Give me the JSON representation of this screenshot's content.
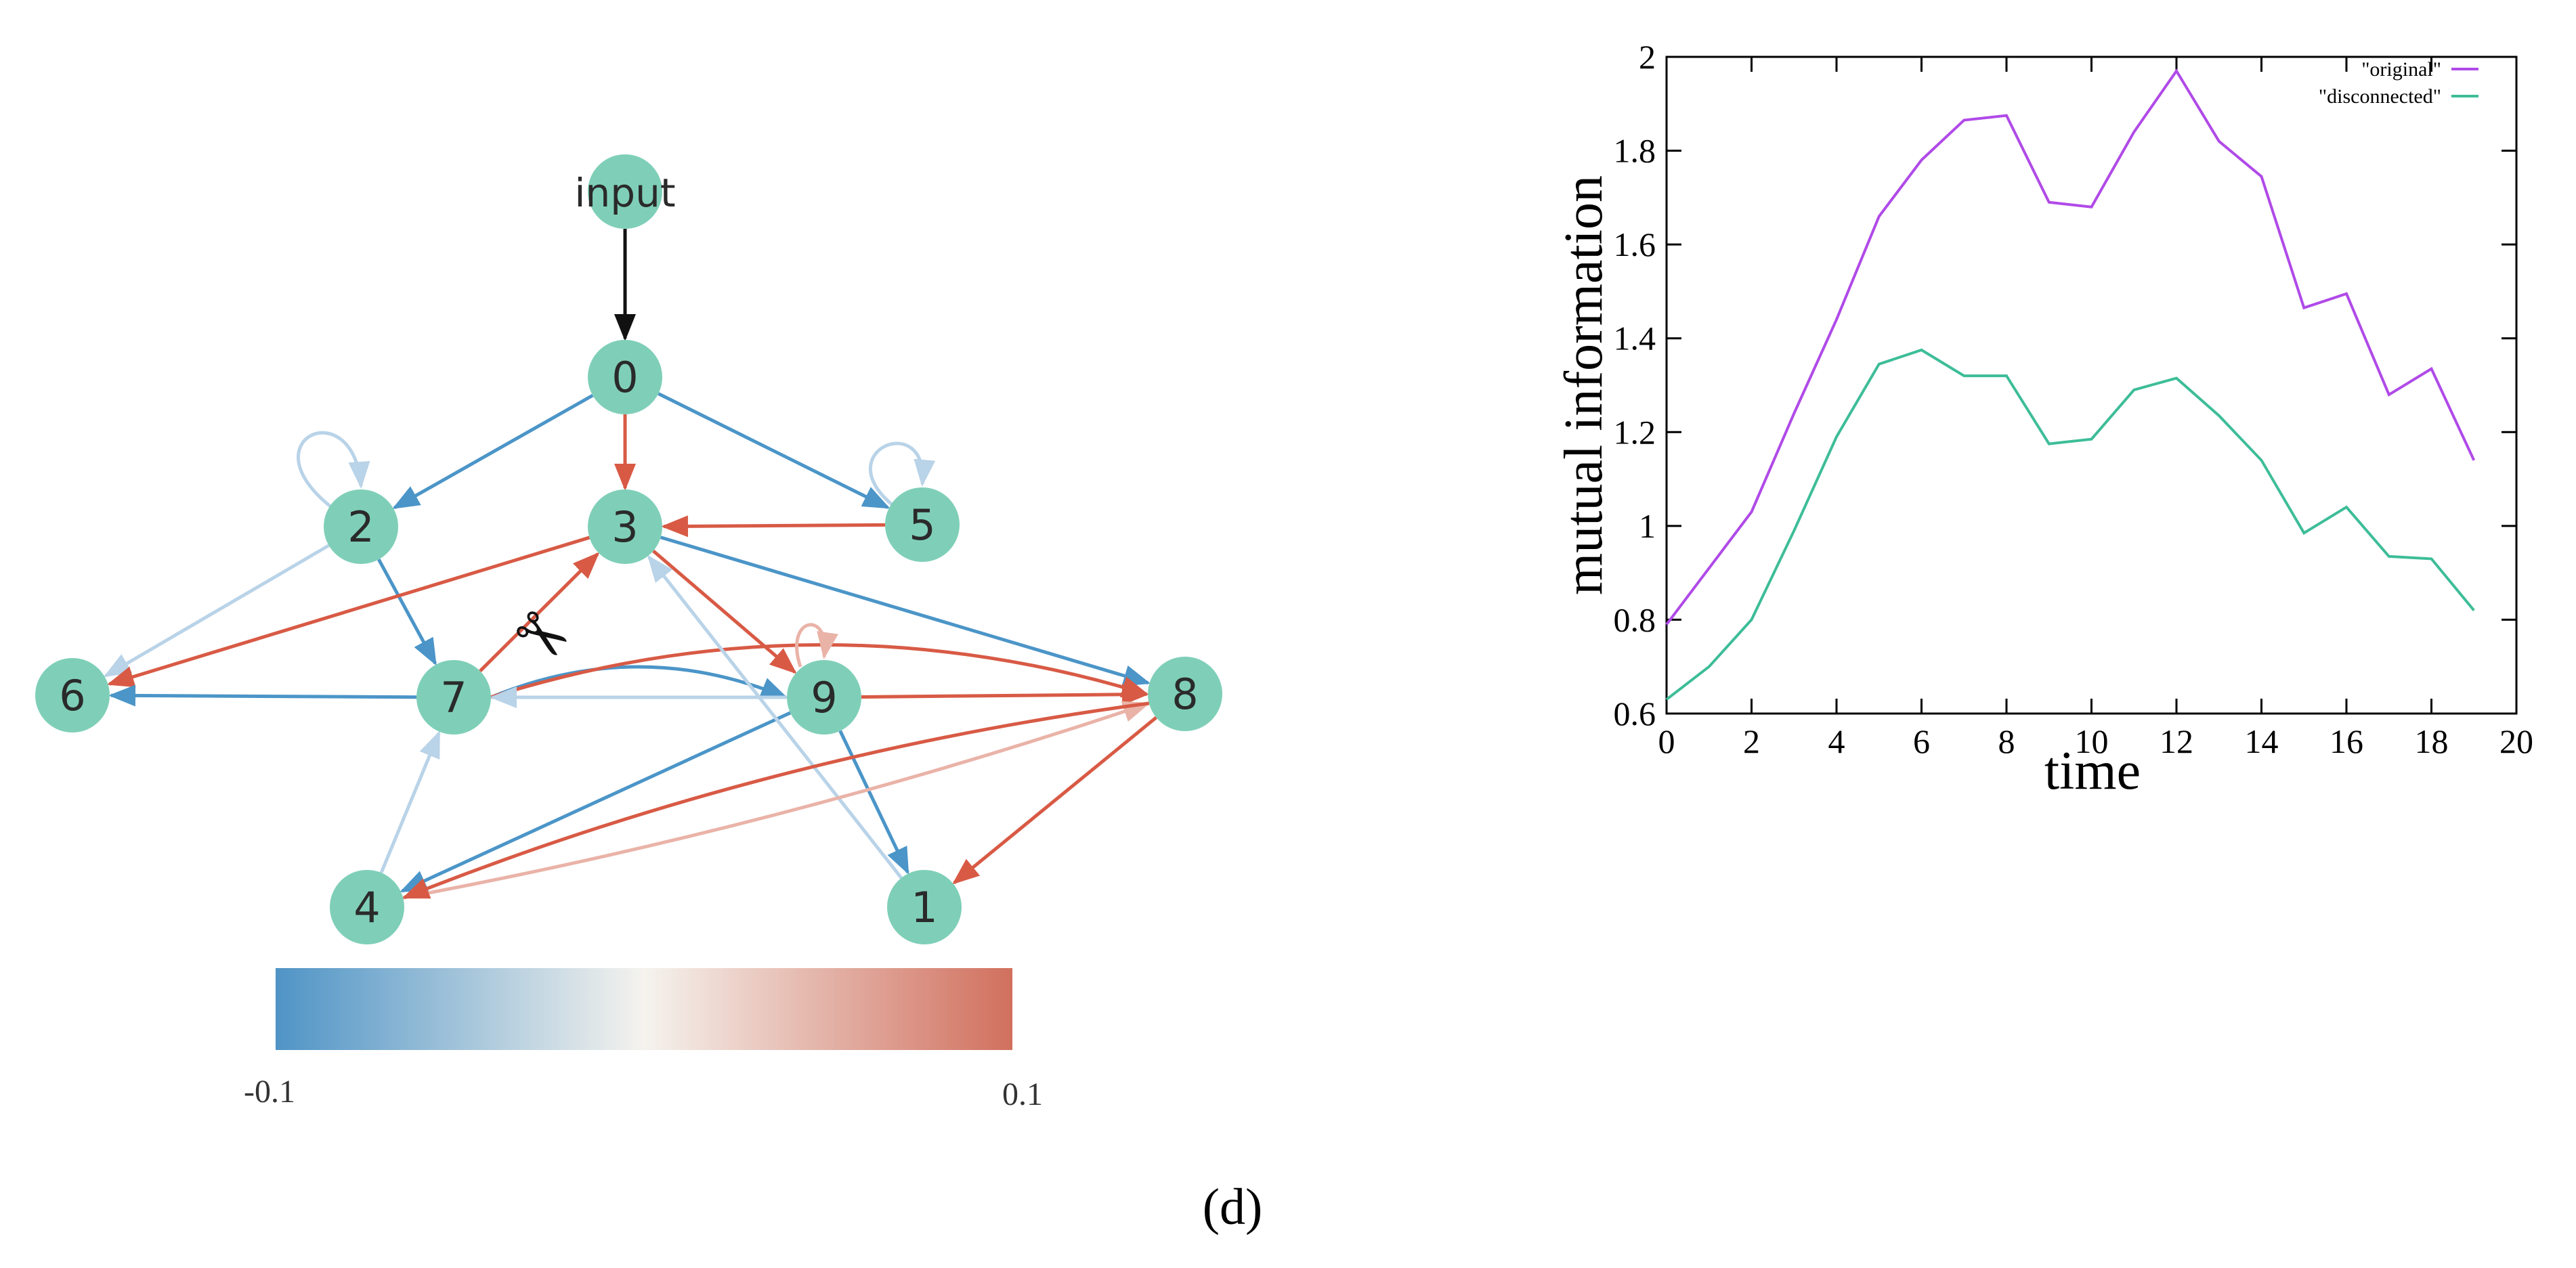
{
  "network": {
    "nodes": [
      "input",
      "0",
      "1",
      "2",
      "3",
      "4",
      "5",
      "6",
      "7",
      "8",
      "9"
    ],
    "colorbar": {
      "min_label": "-0.1",
      "max_label": "0.1",
      "colors": [
        "#4f94c6",
        "#f5f3ee",
        "#d1705e"
      ]
    },
    "colors": {
      "node": "#7fcfb8",
      "positive": "#d85a45",
      "negative": "#4b95c8",
      "weak_positive": "#eab3a8",
      "weak_negative": "#b9d3e8",
      "input_edge": "#111111"
    },
    "edges": [
      {
        "from": "input",
        "to": "0",
        "weight": "input"
      },
      {
        "from": "0",
        "to": "2",
        "weight": -0.09
      },
      {
        "from": "0",
        "to": "3",
        "weight": 0.09
      },
      {
        "from": "0",
        "to": "5",
        "weight": -0.07
      },
      {
        "from": "2",
        "to": "2",
        "weight": -0.04
      },
      {
        "from": "5",
        "to": "5",
        "weight": -0.04
      },
      {
        "from": "5",
        "to": "3",
        "weight": 0.09
      },
      {
        "from": "2",
        "to": "6",
        "weight": -0.04
      },
      {
        "from": "2",
        "to": "7",
        "weight": -0.08
      },
      {
        "from": "3",
        "to": "6",
        "weight": 0.09
      },
      {
        "from": "3",
        "to": "9",
        "weight": 0.09
      },
      {
        "from": "3",
        "to": "8",
        "weight": -0.08
      },
      {
        "from": "7",
        "to": "3",
        "weight": 0.09
      },
      {
        "from": "7",
        "to": "6",
        "weight": -0.08
      },
      {
        "from": "7",
        "to": "9",
        "weight": -0.08
      },
      {
        "from": "7",
        "to": "8",
        "weight": 0.09
      },
      {
        "from": "9",
        "to": "7",
        "weight": -0.03
      },
      {
        "from": "9",
        "to": "9",
        "weight": 0.04
      },
      {
        "from": "9",
        "to": "8",
        "weight": 0.09
      },
      {
        "from": "9",
        "to": "1",
        "weight": -0.08
      },
      {
        "from": "9",
        "to": "4",
        "weight": -0.08
      },
      {
        "from": "1",
        "to": "3",
        "weight": -0.04
      },
      {
        "from": "4",
        "to": "7",
        "weight": -0.03
      },
      {
        "from": "4",
        "to": "8",
        "weight": 0.04
      },
      {
        "from": "8",
        "to": "1",
        "weight": 0.09
      },
      {
        "from": "8",
        "to": "4",
        "weight": 0.09
      }
    ],
    "cut_marker": "✂"
  },
  "panel_label": "(d)",
  "chart_data": {
    "type": "line",
    "xlabel": "time",
    "ylabel": "mutual information",
    "xlim": [
      0,
      20
    ],
    "ylim": [
      0.6,
      2
    ],
    "x_ticks": [
      "0",
      "2",
      "4",
      "6",
      "8",
      "10",
      "12",
      "14",
      "16",
      "18",
      "20"
    ],
    "y_ticks": [
      "0.6",
      "0.8",
      "1",
      "1.2",
      "1.4",
      "1.6",
      "1.8",
      "2"
    ],
    "legend_position": "top-right",
    "x": [
      0,
      1,
      2,
      3,
      4,
      5,
      6,
      7,
      8,
      9,
      10,
      11,
      12,
      13,
      14,
      15,
      16,
      17,
      18,
      19
    ],
    "series": [
      {
        "name": "\"original\"",
        "color": "#b04ae8",
        "values": [
          0.79,
          0.91,
          1.03,
          1.24,
          1.44,
          1.66,
          1.78,
          1.865,
          1.875,
          1.69,
          1.68,
          1.84,
          1.97,
          1.82,
          1.745,
          1.465,
          1.495,
          1.28,
          1.335,
          1.14
        ]
      },
      {
        "name": "\"disconnected\"",
        "color": "#3dbd98",
        "values": [
          0.63,
          0.7,
          0.8,
          0.99,
          1.19,
          1.345,
          1.375,
          1.32,
          1.32,
          1.175,
          1.185,
          1.29,
          1.315,
          1.235,
          1.14,
          0.985,
          1.04,
          0.935,
          0.93,
          0.82
        ]
      }
    ]
  }
}
